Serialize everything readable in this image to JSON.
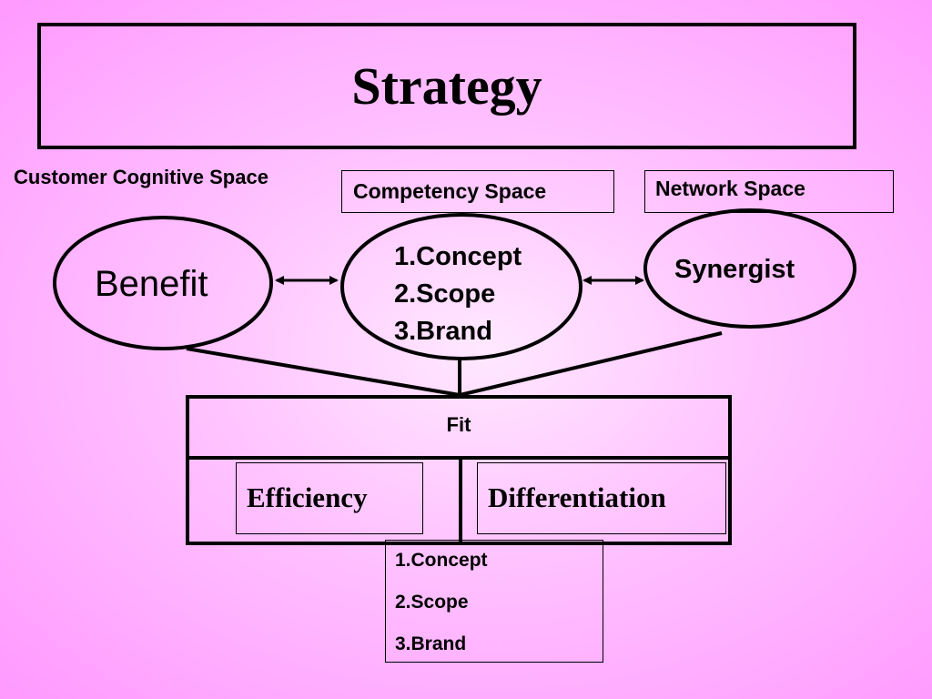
{
  "title": "Strategy",
  "spaces": {
    "customer": "Customer Cognitive Space",
    "competency": "Competency Space",
    "network": "Network Space"
  },
  "nodes": {
    "benefit": "Benefit",
    "core_items": [
      "1.Concept",
      "2.Scope",
      "3.Brand"
    ],
    "synergist": "Synergist"
  },
  "fit": {
    "header": "Fit",
    "efficiency": "Efficiency",
    "differentiation": "Differentiation"
  },
  "bottom_items": [
    "1.Concept",
    "2.Scope",
    "3.Brand"
  ],
  "colors": {
    "background_center": "#ffe8ff",
    "background_edge": "#ff99ff",
    "stroke": "#000000"
  }
}
